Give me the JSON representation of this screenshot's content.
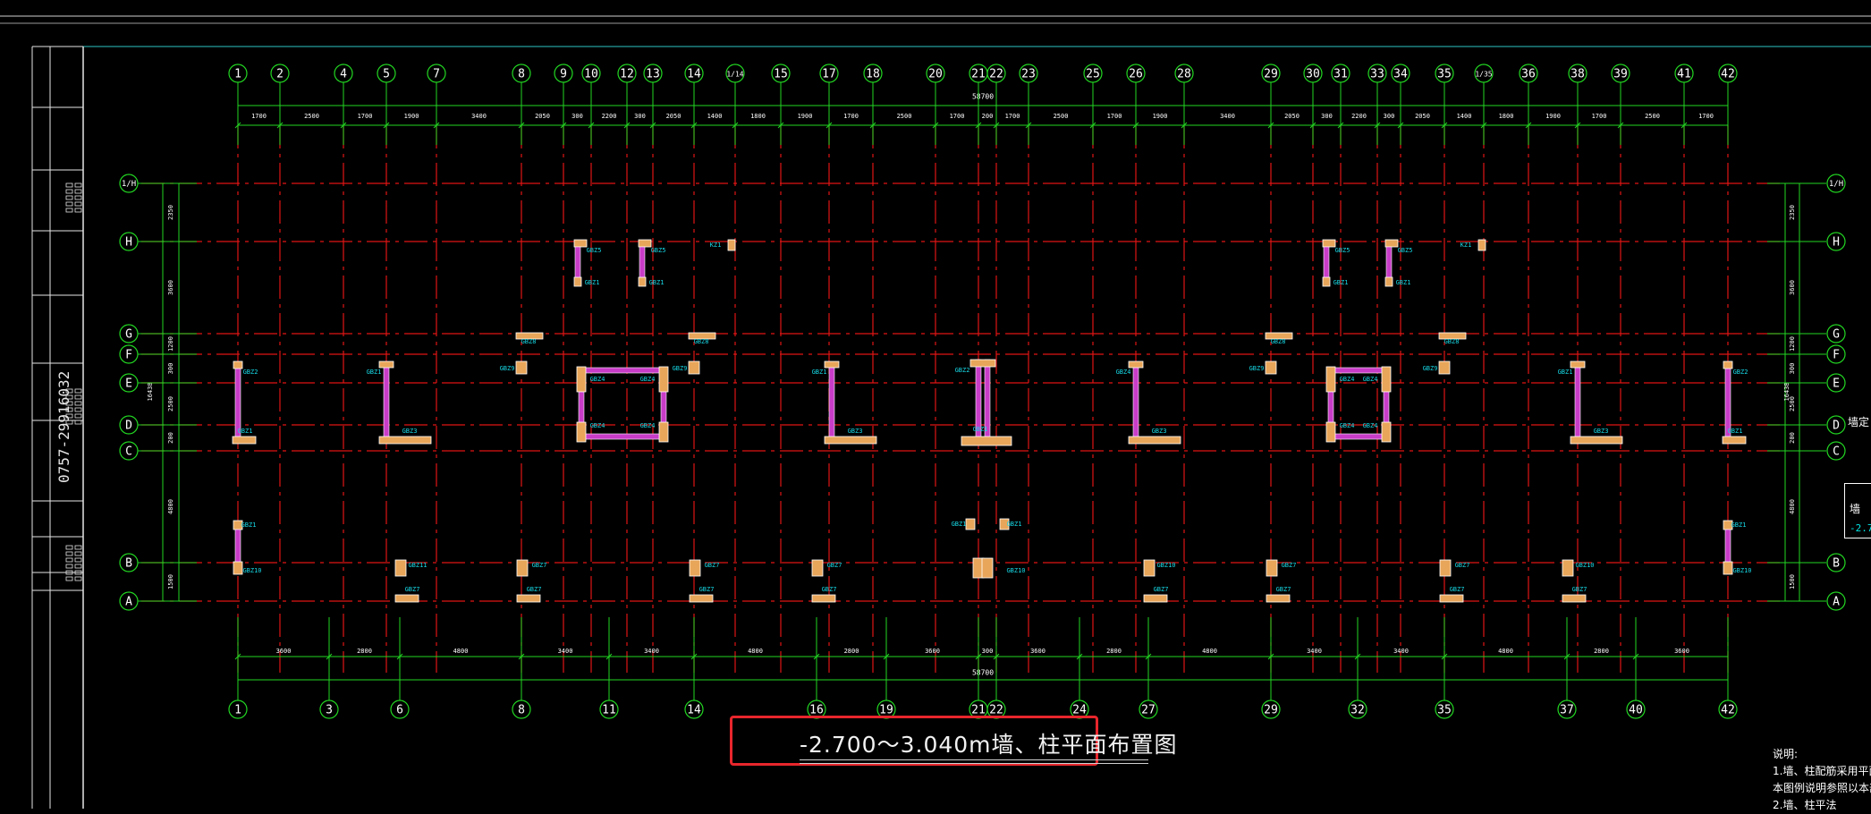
{
  "drawing": {
    "title": "-2.700～3.040m墙、柱平面布置图",
    "phone": "0757-29916032",
    "overall_dim": "58700",
    "notes_title": "说明:",
    "notes_lines": [
      "1.墙、柱配筋采用平面整体表示方",
      "本图例说明参照以本部分说",
      "2.墙、柱平法"
    ],
    "right_label": "墙定",
    "right_box_title": "墙",
    "right_box_value": "-2.7"
  },
  "colors": {
    "background": "#000000",
    "grid_red": "#e01414",
    "axis_green": "#22d622",
    "wall_magenta": "#c83cc8",
    "column_orange": "#e8a65a",
    "label_cyan": "#16d9e6",
    "frame_white": "#e6e6e6",
    "highlight_red": "#e8262c"
  },
  "top_axes": [
    "1",
    "2",
    "4",
    "5",
    "7",
    "8",
    "9",
    "10",
    "12",
    "13",
    "14",
    "1/14",
    "15",
    "17",
    "18",
    "20",
    "21",
    "22",
    "23",
    "25",
    "26",
    "28",
    "29",
    "30",
    "31",
    "33",
    "34",
    "35",
    "1/35",
    "36",
    "38",
    "39",
    "41",
    "42"
  ],
  "bottom_axes": [
    "1",
    "3",
    "6",
    "8",
    "11",
    "14",
    "16",
    "19",
    "21",
    "22",
    "24",
    "27",
    "29",
    "32",
    "35",
    "37",
    "40",
    "42"
  ],
  "rows": [
    "1/H",
    "H",
    "G",
    "F",
    "E",
    "D",
    "C",
    "B",
    "A"
  ],
  "top_dims": [
    "1700",
    "2500",
    "1700",
    "1900",
    "3400",
    "2050",
    "300",
    "2200",
    "300",
    "2050",
    "1400",
    "1800",
    "1900",
    "1700",
    "2500",
    "1700",
    "200",
    "1700",
    "2500",
    "1700",
    "1900",
    "3400",
    "2050",
    "300",
    "2200",
    "300",
    "2050",
    "1400",
    "1800",
    "1900",
    "1700",
    "2500",
    "1700"
  ],
  "bottom_dims": [
    "3600",
    "2800",
    "4800",
    "3400",
    "3400",
    "4800",
    "2800",
    "3600",
    "300",
    "3600",
    "2800",
    "4800",
    "3400",
    "3400",
    "4800",
    "2800",
    "3600"
  ],
  "left_dims": [
    "2350",
    "3600",
    "1200",
    "300",
    "2500",
    "200",
    "4800",
    "1500"
  ],
  "left_total": "16438",
  "right_dims": [
    "2350",
    "3600",
    "1200",
    "300",
    "2500",
    "200",
    "4800",
    "1500"
  ],
  "right_total": "16438",
  "labels": {
    "gbz1": "GBZ1",
    "gbz2": "GBZ2",
    "gbz3": "GBZ3",
    "gbz4": "GBZ4",
    "gbz5": "GBZ5",
    "gbz6": "GBZ6",
    "gbz7": "GBZ7",
    "gbz8": "GBZ8",
    "gbz9": "GBZ9",
    "gbz10": "GBZ10",
    "gbz11": "GBZ11",
    "kz1": "KZ1"
  }
}
